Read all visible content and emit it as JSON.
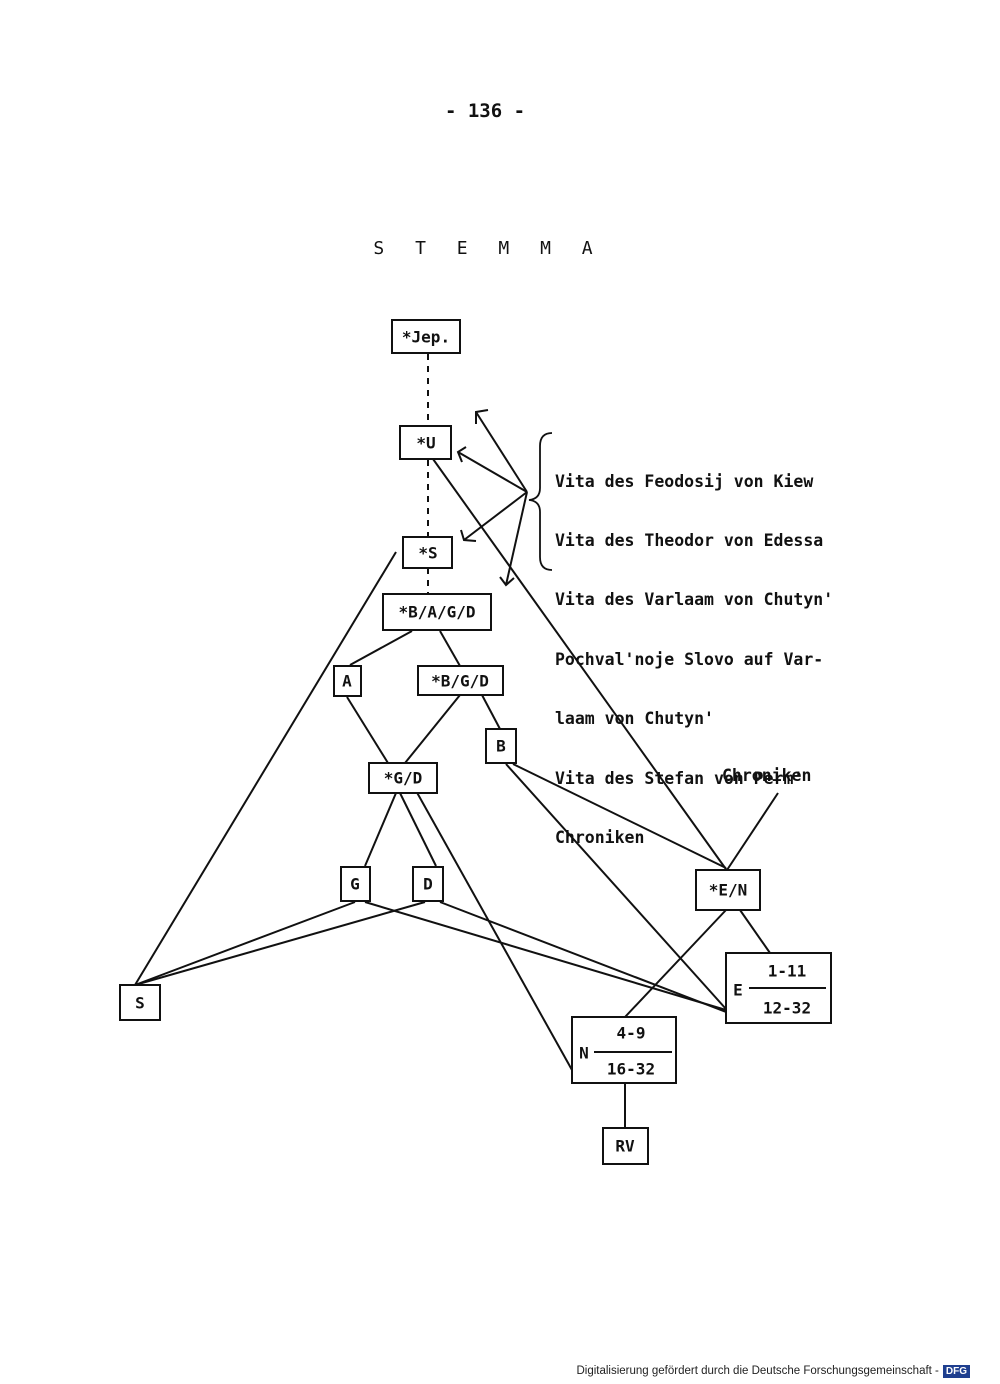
{
  "page_number": "- 136 -",
  "title": "S T E M M A",
  "sources_list": [
    "Vita des Feodosij von Kiew",
    "Vita des Theodor von Edessa",
    "Vita des Varlaam von Chutyn'",
    "Pochval'noje Slovo auf Var-",
    "laam von Chutyn'",
    "Vita des Stefan von Perm'",
    "Chroniken"
  ],
  "chroniken_label": "Chroniken",
  "nodes": {
    "jep": "*Jep.",
    "u": "*U",
    "s_hyp": "*S",
    "bagd": "*B/A/G/D",
    "a": "A",
    "bgd": "*B/G/D",
    "b": "B",
    "gd": "*G/D",
    "g": "G",
    "d": "D",
    "en": "*E/N",
    "s": "S",
    "e": {
      "label": "E",
      "top": "1-11",
      "bottom": "12-32"
    },
    "n": {
      "label": "N",
      "top": "4-9",
      "bottom": "16-32"
    },
    "rv": "RV"
  },
  "footer": {
    "text": "Digitalisierung gefördert durch die Deutsche Forschungsgemeinschaft -",
    "logo": "DFG"
  }
}
